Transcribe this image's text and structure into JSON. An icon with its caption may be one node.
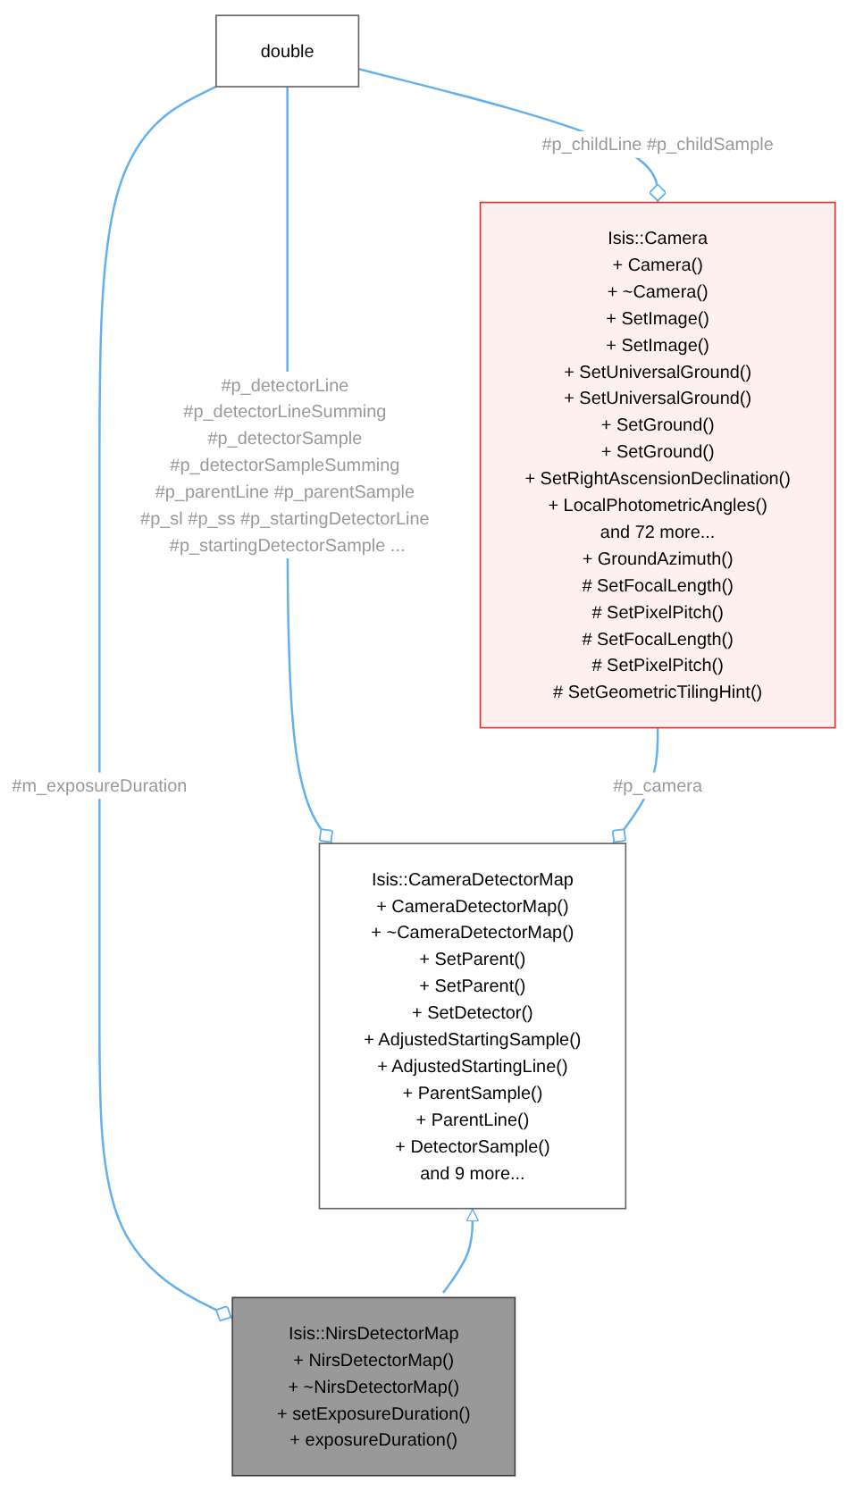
{
  "diagram": {
    "nodes": [
      {
        "text": [
          "double"
        ]
      },
      {
        "text": [
          "Isis::Camera",
          "+ Camera()",
          "+ ~Camera()",
          "+ SetImage()",
          "+ SetImage()",
          "+ SetUniversalGround()",
          "+ SetUniversalGround()",
          "+ SetGround()",
          "+ SetGround()",
          "+ SetRightAscensionDeclination()",
          "+ LocalPhotometricAngles()",
          "and 72 more...",
          "+ GroundAzimuth()",
          "# SetFocalLength()",
          "# SetPixelPitch()",
          "# SetFocalLength()",
          "# SetPixelPitch()",
          "# SetGeometricTilingHint()"
        ]
      },
      {
        "text": [
          "Isis::CameraDetectorMap",
          "+ CameraDetectorMap()",
          "+ ~CameraDetectorMap()",
          "+ SetParent()",
          "+ SetParent()",
          "+ SetDetector()",
          "+ AdjustedStartingSample()",
          "+ AdjustedStartingLine()",
          "+ ParentSample()",
          "+ ParentLine()",
          "+ DetectorSample()",
          "and 9 more..."
        ]
      },
      {
        "text": [
          "Isis::NirsDetectorMap",
          "+ NirsDetectorMap()",
          "+ ~NirsDetectorMap()",
          "+ setExposureDuration()",
          "+ exposureDuration()"
        ]
      }
    ],
    "edges": [
      {
        "from": 0,
        "to": 1,
        "arrow": "other",
        "label": "#p_childLine #p_childSample"
      },
      {
        "from": 0,
        "to": 2,
        "arrow": "other",
        "label": "#p_detectorLine #p_detectorLineSumming #p_detectorSample #p_detectorSampleSumming #p_parentLine #p_parentSample #p_sl #p_ss #p_startingDetectorLine #p_startingDetectorSample ..."
      },
      {
        "from": 0,
        "to": 3,
        "arrow": "other",
        "label": "#m_exposureDuration"
      },
      {
        "from": 1,
        "to": 2,
        "arrow": "other",
        "label": "#p_camera"
      },
      {
        "from": 3,
        "to": 2,
        "arrow": "to"
      }
    ]
  }
}
